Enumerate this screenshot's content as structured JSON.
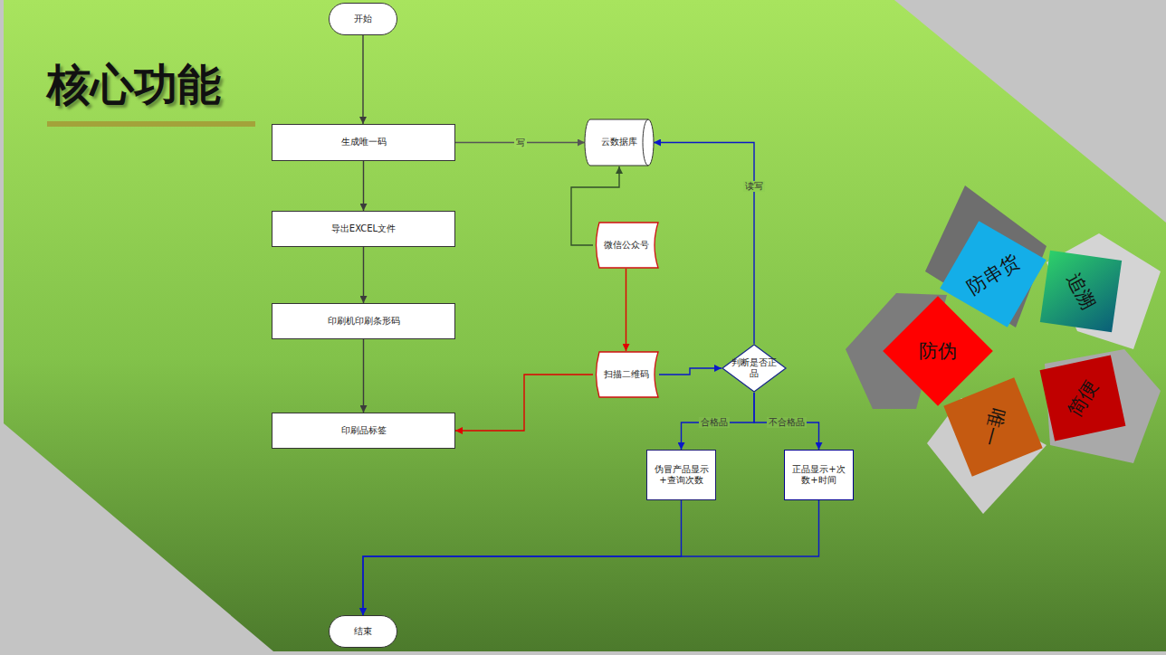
{
  "diagram": {
    "title": "核心功能",
    "nodes": [
      {
        "text": [
          "开始"
        ]
      },
      {
        "text": [
          "生成唯一码"
        ]
      },
      {
        "text": [
          "云数据库"
        ]
      },
      {
        "text": [
          "导出EXCEL文件"
        ]
      },
      {
        "text": [
          "微信公众号"
        ]
      },
      {
        "text": [
          "印刷机印刷条形码"
        ]
      },
      {
        "text": [
          "扫描二维码"
        ]
      },
      {
        "text": [
          "判断是否正品"
        ]
      },
      {
        "text": [
          "印刷品标签"
        ]
      },
      {
        "text": [
          "伪冒产品显示+查询次数"
        ]
      },
      {
        "text": [
          "正品显示+次数+时间"
        ]
      },
      {
        "text": [
          "结束"
        ]
      },
      {
        "text": [
          "防串货"
        ]
      },
      {
        "text": [
          "追溯"
        ]
      },
      {
        "text": [
          "防伪"
        ]
      },
      {
        "text": [
          "唯一"
        ]
      },
      {
        "text": [
          "简便"
        ]
      }
    ],
    "edges": [
      {
        "from": 0,
        "to": 1,
        "arrow": "to"
      },
      {
        "from": 1,
        "to": 3,
        "arrow": "to"
      },
      {
        "from": 3,
        "to": 5,
        "arrow": "to"
      },
      {
        "from": 5,
        "to": 8,
        "arrow": "to"
      },
      {
        "from": 1,
        "to": 2,
        "label": "写",
        "arrow": "to"
      },
      {
        "from": 4,
        "to": 2,
        "arrow": "to"
      },
      {
        "from": 4,
        "to": 6,
        "arrow": "to"
      },
      {
        "from": 6,
        "to": 8,
        "arrow": "to"
      },
      {
        "from": 6,
        "to": 7,
        "arrow": "to"
      },
      {
        "from": 7,
        "to": 2,
        "label": "读写",
        "arrow": "to"
      },
      {
        "from": 7,
        "to": 9,
        "label": "合格品",
        "arrow": "to"
      },
      {
        "from": 7,
        "to": 10,
        "label": "不合格品",
        "arrow": "to"
      },
      {
        "from": 9,
        "to": 11,
        "arrow": "to"
      },
      {
        "from": 10,
        "to": 11,
        "arrow": "to"
      }
    ]
  }
}
